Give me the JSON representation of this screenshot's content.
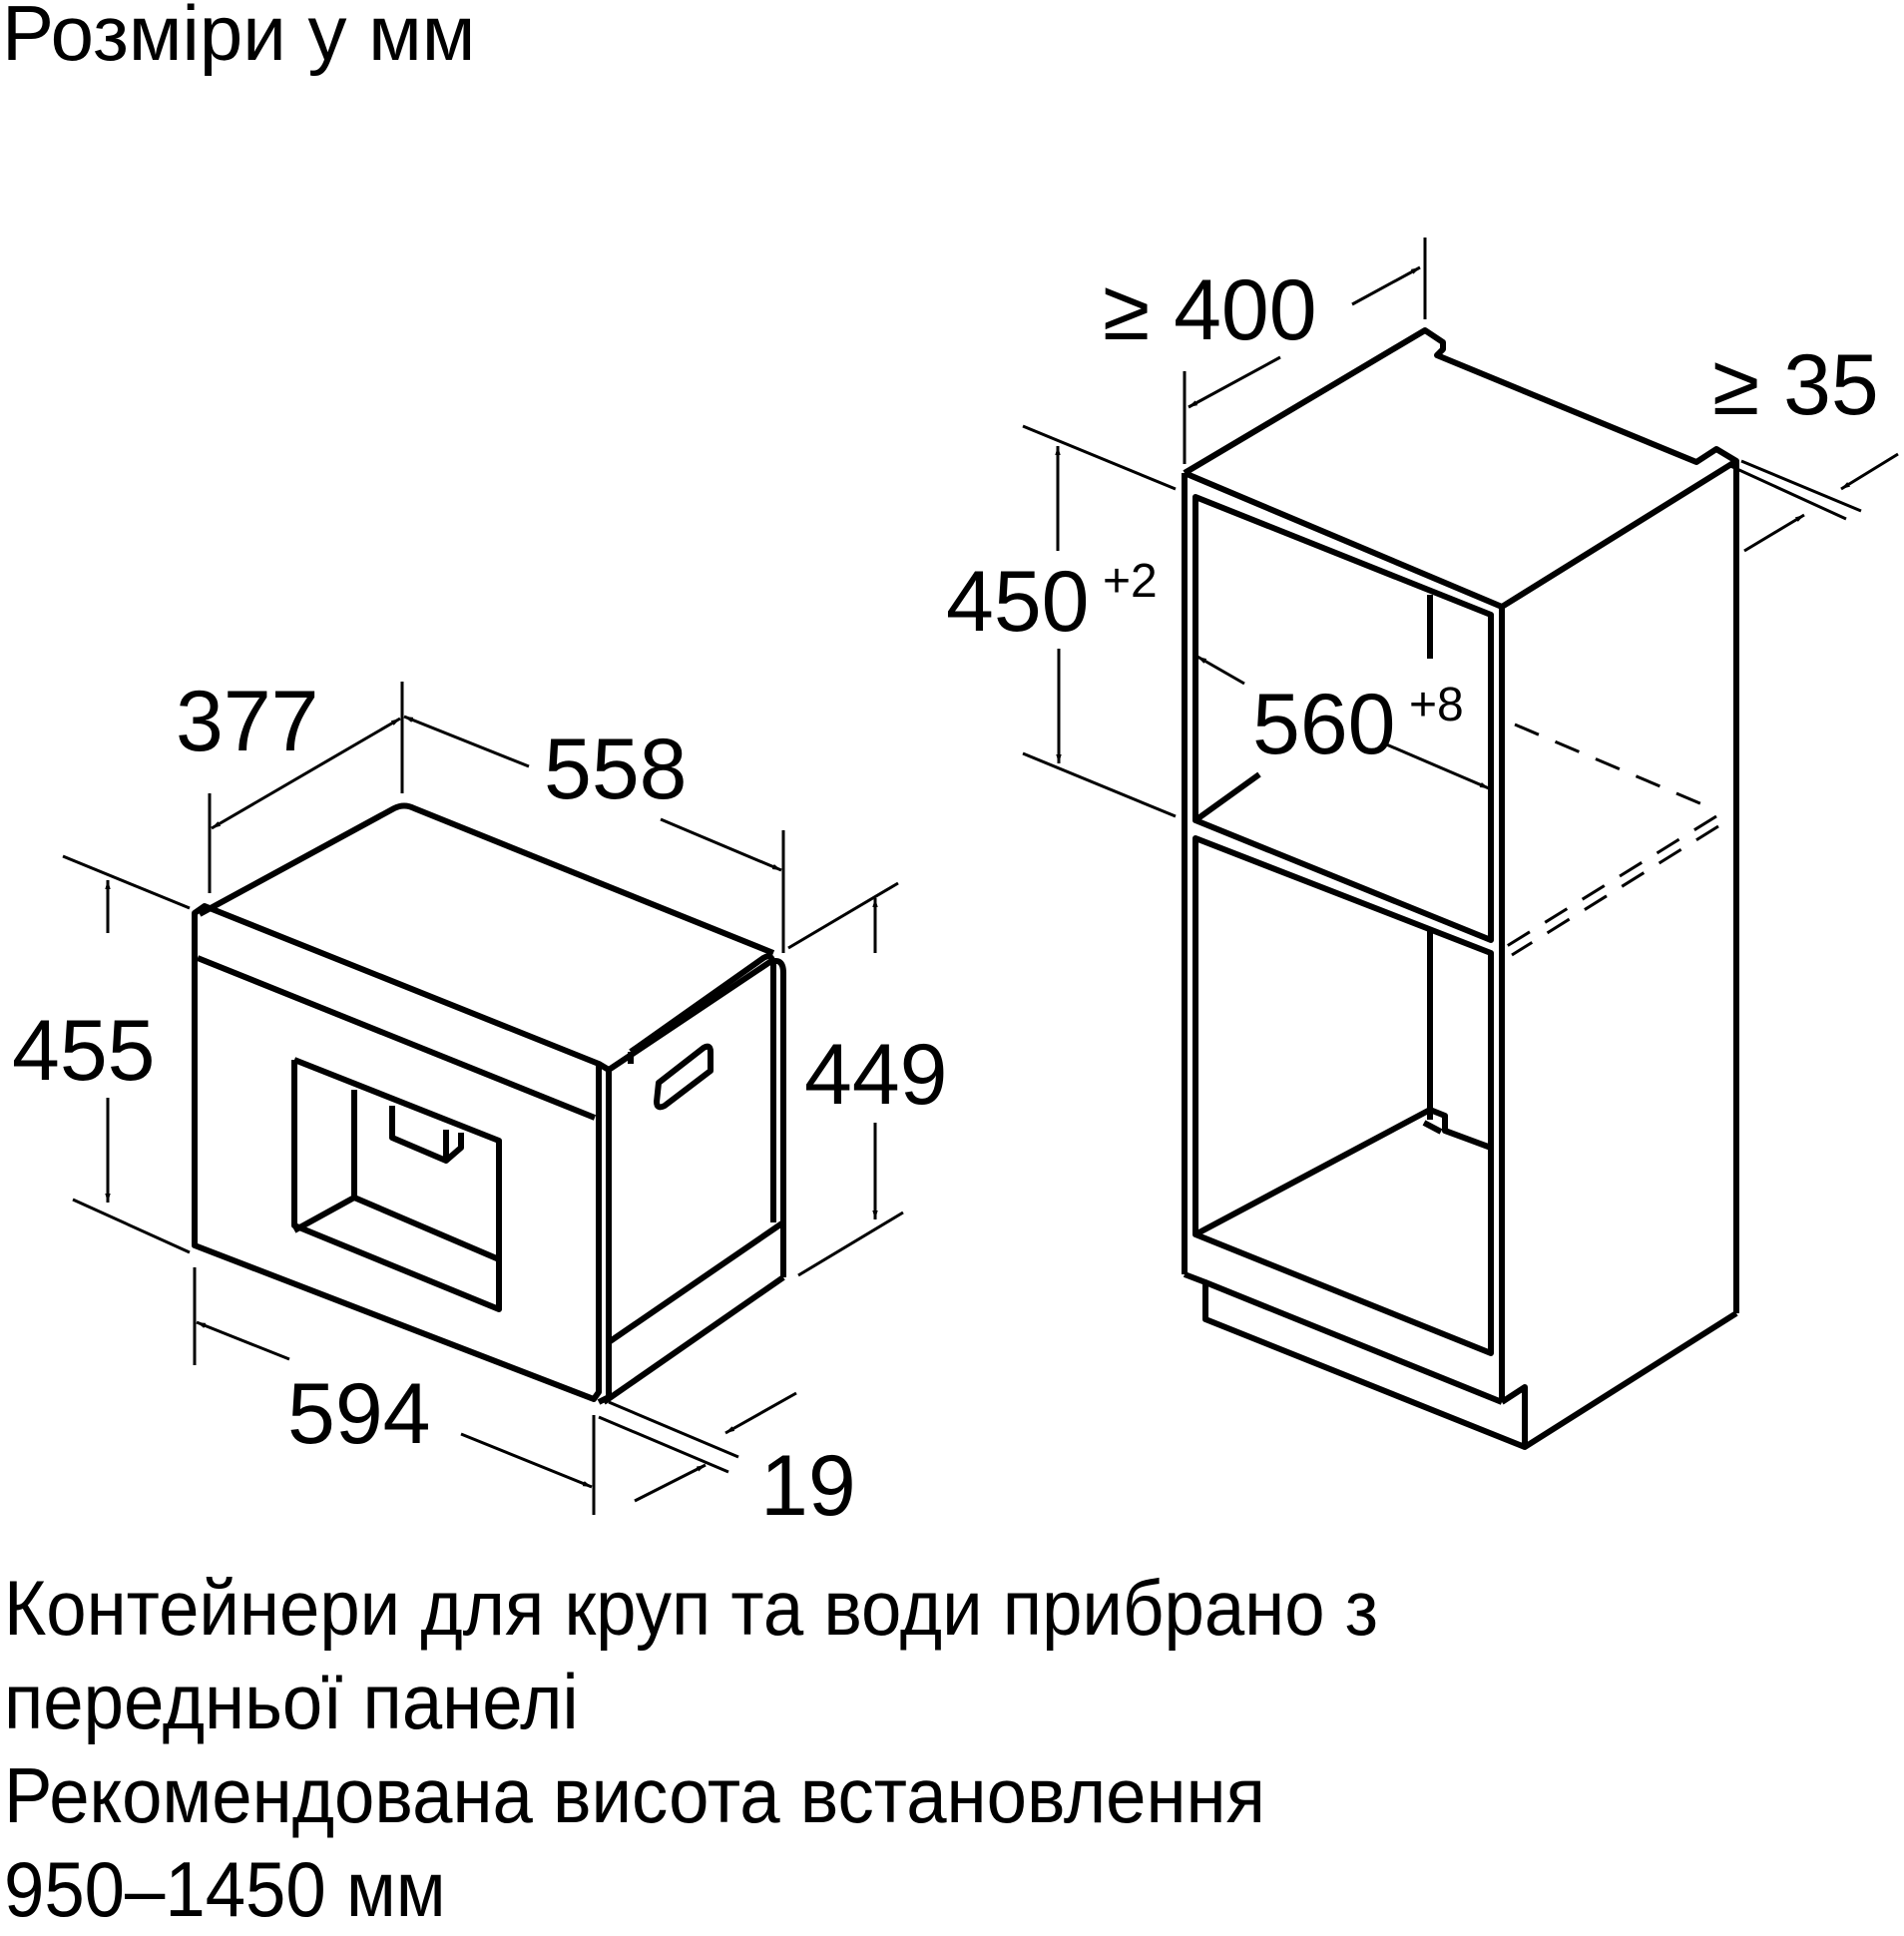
{
  "title": "Розміри у мм",
  "appliance": {
    "dimensions": {
      "depth_body": "377",
      "width_body": "558",
      "height_front": "455",
      "height_body": "449",
      "width_front": "594",
      "front_thickness": "19"
    }
  },
  "niche": {
    "dimensions": {
      "depth_min": "≥ 400",
      "gap_min": "≥ 35",
      "height": "450",
      "height_tolerance": "+2",
      "width": "560",
      "width_tolerance": "+8"
    }
  },
  "notes": [
    "Контейнери для круп та води прибрано з",
    "передньої панелі",
    "Рекомендована висота встановлення",
    "950–1450 мм"
  ],
  "colors": {
    "line": "#000000",
    "background": "#ffffff"
  }
}
